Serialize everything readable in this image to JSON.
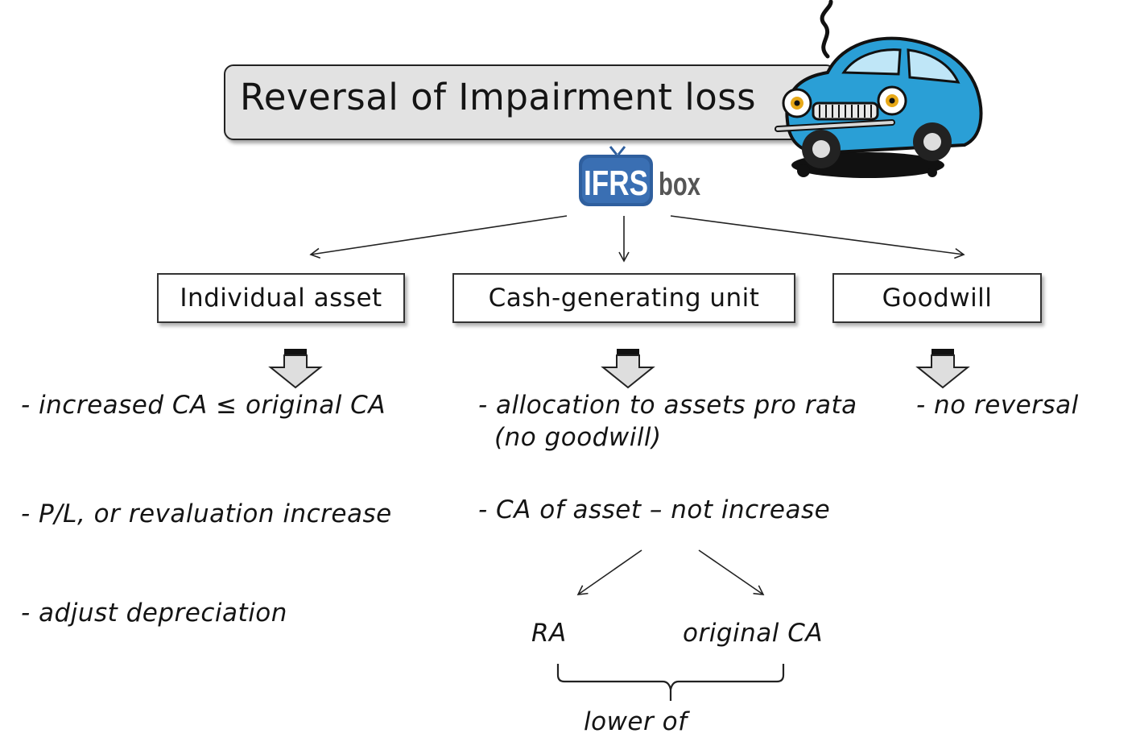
{
  "title": "Reversal of Impairment loss",
  "logo": {
    "left_text": "IFRS",
    "right_text": "box"
  },
  "columns": [
    {
      "label": "Individual asset",
      "items": [
        "- increased CA ≤ original CA",
        "- P/L, or revaluation increase",
        "- adjust depreciation"
      ]
    },
    {
      "label": "Cash-generating unit",
      "items": [
        "- allocation to assets pro rata",
        "(no goodwill)",
        "- CA of asset – not increase"
      ],
      "sub": {
        "left": "RA",
        "right": "original CA",
        "bottom": "lower of"
      }
    },
    {
      "label": "Goodwill",
      "items": [
        "- no reversal"
      ]
    }
  ],
  "colors": {
    "title_bg": "#e2e2e2",
    "car_blue": "#2a9fd6",
    "logo_blue": "#2f5f9e"
  },
  "icons": [
    "broken-car-icon",
    "ifrsbox-logo",
    "down-arrow-icon"
  ]
}
